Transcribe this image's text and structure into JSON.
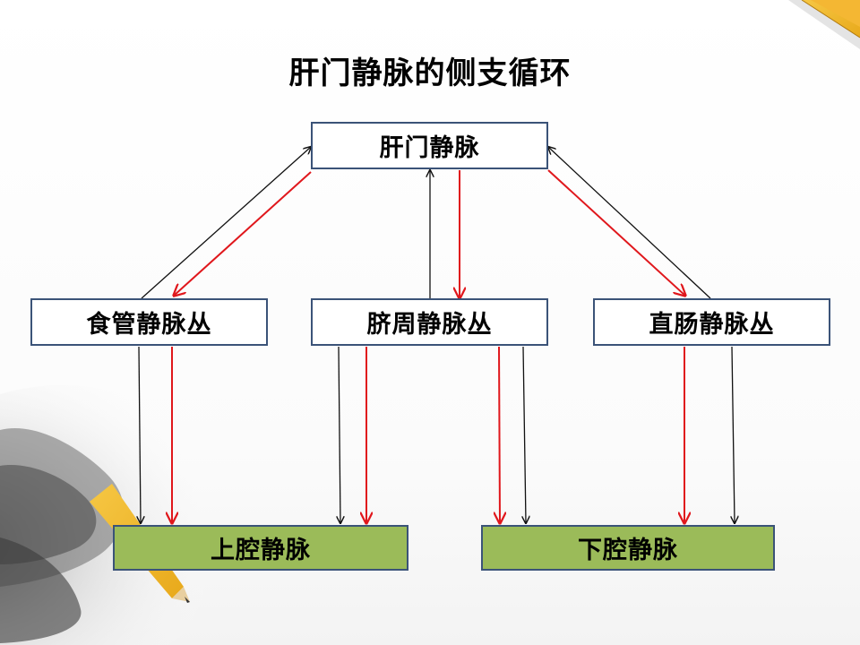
{
  "title": "肝门静脉的侧支循环",
  "nodes": {
    "portal_vein": "肝门静脉",
    "esophageal_plexus": "食管静脉丛",
    "periumbilical_plexus": "脐周静脉丛",
    "rectal_plexus": "直肠静脉丛",
    "superior_vena_cava": "上腔静脉",
    "inferior_vena_cava": "下腔静脉"
  },
  "colors": {
    "box_border": "#3b5378",
    "box_fill": "#ffffff",
    "vena_cava_fill": "#9bbb59",
    "red_arrow": "#e0171c",
    "black_arrow": "#111111"
  },
  "edges": [
    {
      "from": "esophageal_plexus",
      "to": "portal_vein",
      "color": "black"
    },
    {
      "from": "portal_vein",
      "to": "esophageal_plexus",
      "color": "red"
    },
    {
      "from": "periumbilical_plexus",
      "to": "portal_vein",
      "color": "black"
    },
    {
      "from": "portal_vein",
      "to": "periumbilical_plexus",
      "color": "red"
    },
    {
      "from": "rectal_plexus",
      "to": "portal_vein",
      "color": "black"
    },
    {
      "from": "portal_vein",
      "to": "rectal_plexus",
      "color": "red"
    },
    {
      "from": "esophageal_plexus",
      "to": "superior_vena_cava",
      "color": "black"
    },
    {
      "from": "esophageal_plexus",
      "to": "superior_vena_cava",
      "color": "red"
    },
    {
      "from": "periumbilical_plexus",
      "to": "superior_vena_cava",
      "color": "black"
    },
    {
      "from": "periumbilical_plexus",
      "to": "superior_vena_cava",
      "color": "red"
    },
    {
      "from": "periumbilical_plexus",
      "to": "inferior_vena_cava",
      "color": "red"
    },
    {
      "from": "periumbilical_plexus",
      "to": "inferior_vena_cava",
      "color": "black"
    },
    {
      "from": "rectal_plexus",
      "to": "inferior_vena_cava",
      "color": "red"
    },
    {
      "from": "rectal_plexus",
      "to": "inferior_vena_cava",
      "color": "black"
    }
  ],
  "decorations": {
    "top_right": "pencil-corner-graphic",
    "bottom_left": "hand-with-pencil-graphic"
  }
}
